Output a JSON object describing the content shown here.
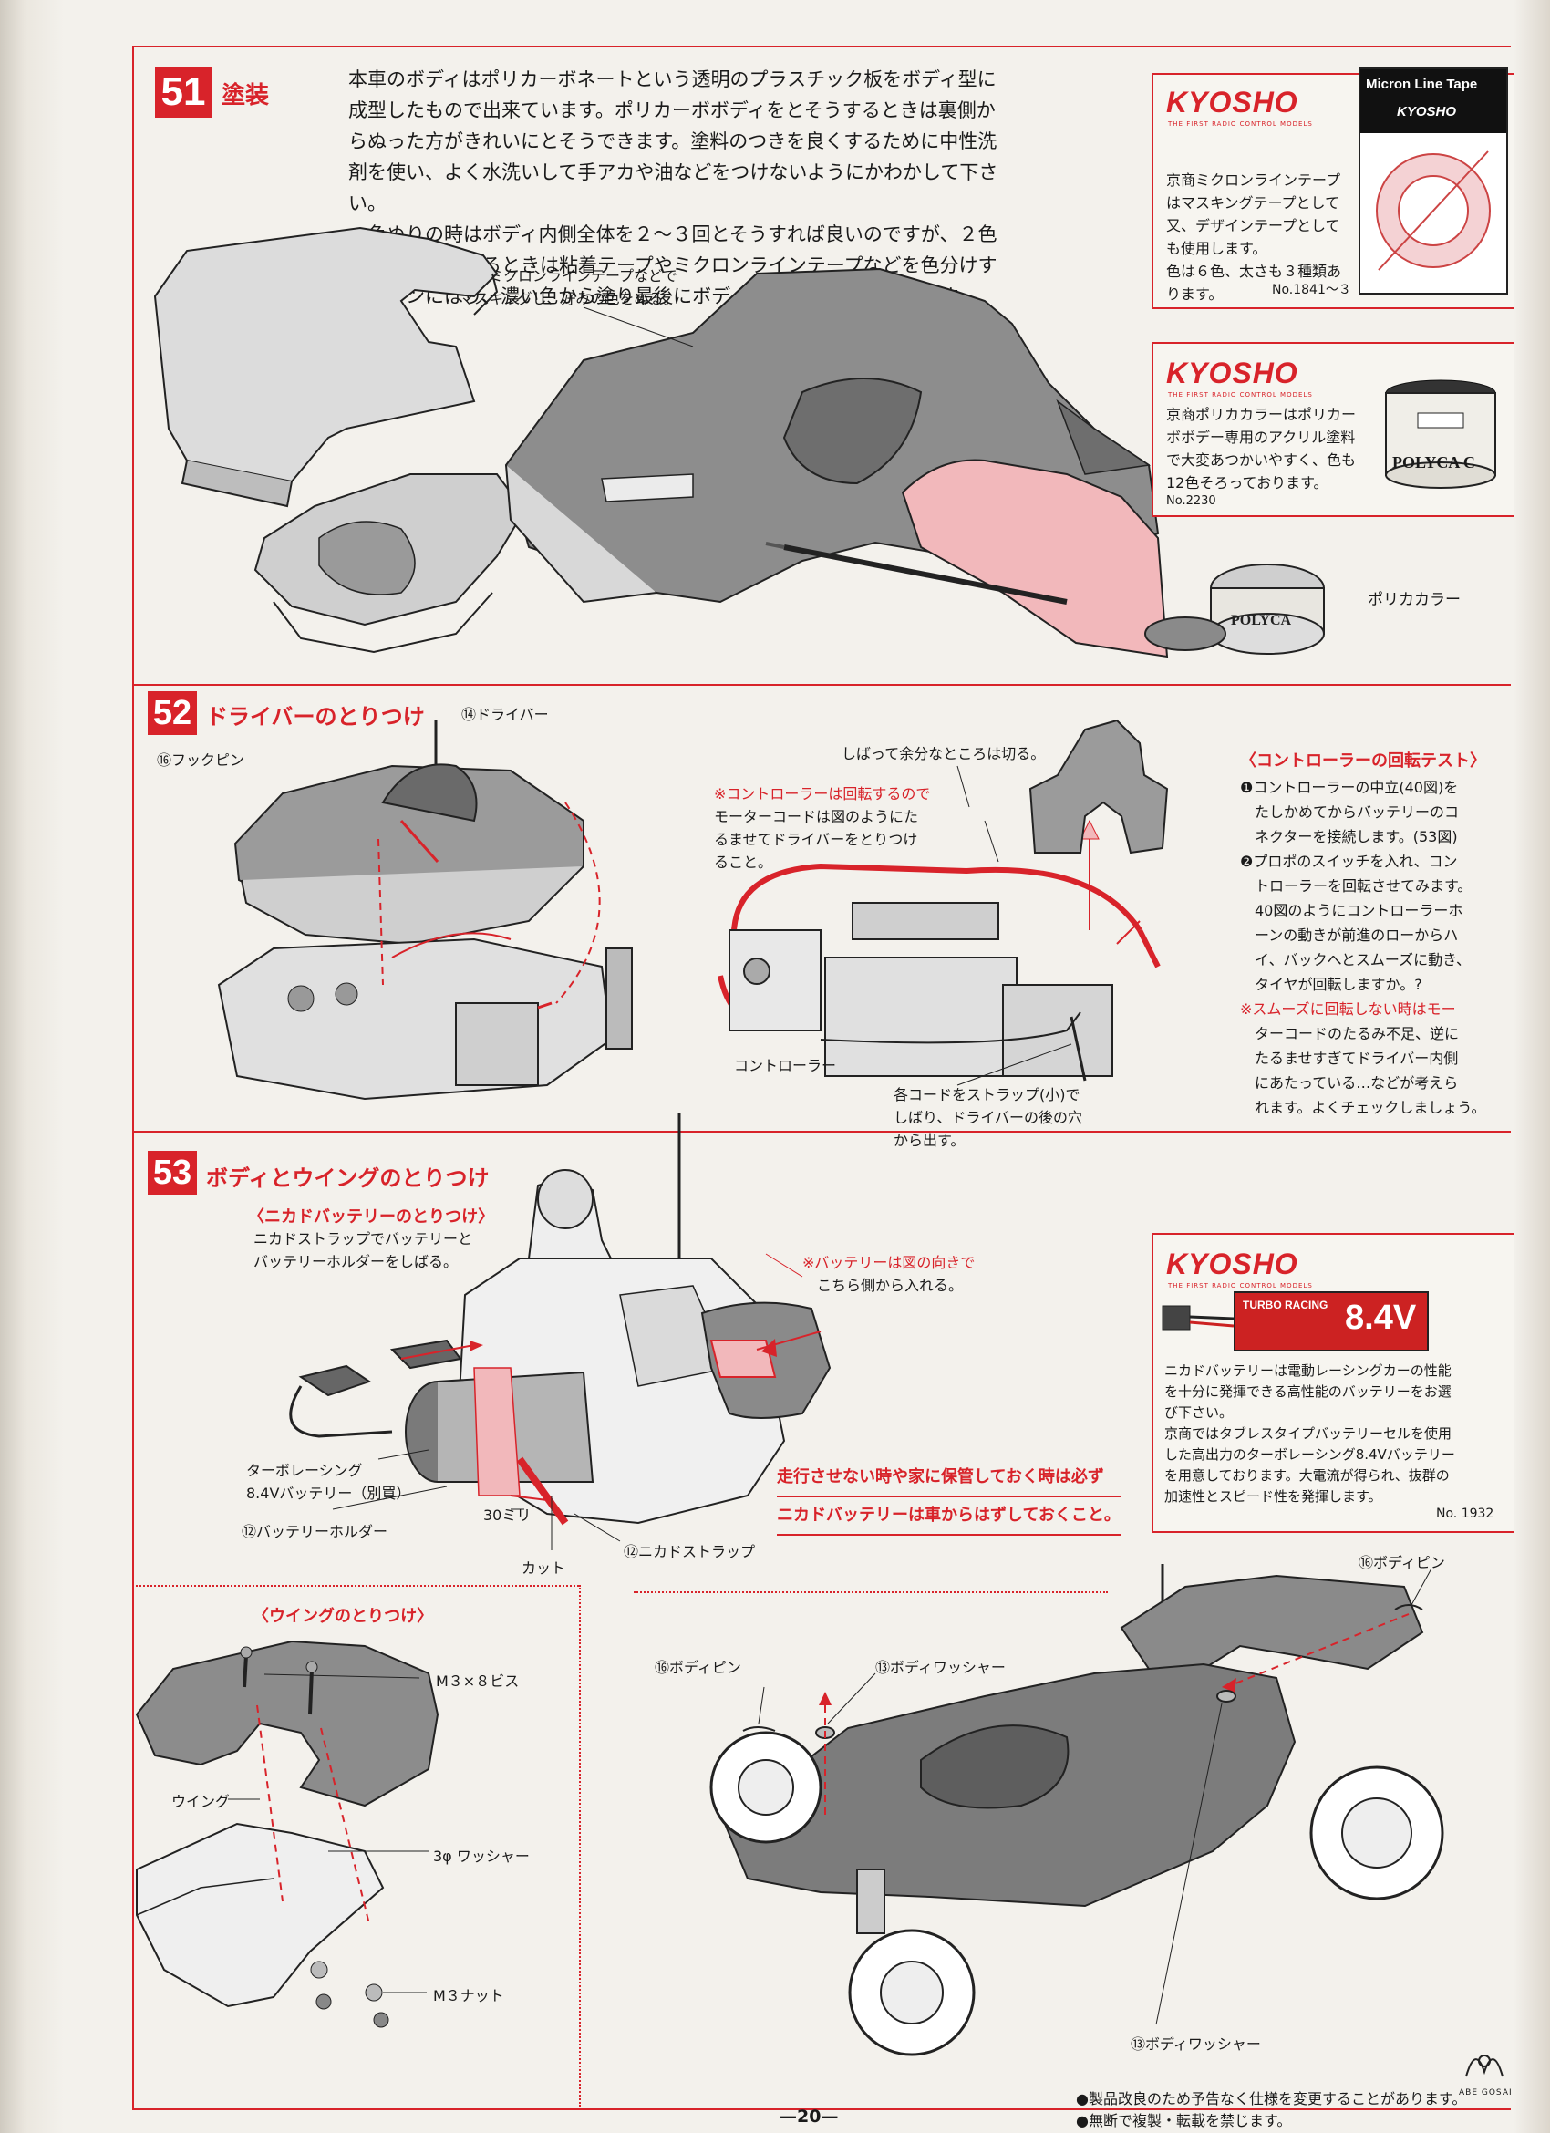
{
  "s51": {
    "num": "51",
    "title": "塗装",
    "body": [
      "本車のボディはポリカーボネートという透明のプラスチック板をボディ型に",
      "成型したもので出来ています。ポリカーボボディをとそうするときは裏側か",
      "らぬった方がきれいにとそうできます。塗料のつきを良くするために中性洗",
      "剤を使い、よく水洗いして手アカや油などをつけないようにかわかして下さい。",
      "一色ぬりの時はボディ内側全体を２～３回とそうすれば良いのですが、２色",
      "以上に色分けするときは粘着テープやミクロンラインテープなどを色分けす",
      "るラインにはり、濃い色から塗り最後にボディ全体に薄い色をぬります。"
    ],
    "mask_note": [
      "窓にミクロンラインテープなどで",
      "マスキングし、好みの色をぬる。"
    ],
    "ad1": {
      "brand": "KYOSHO",
      "brand_sub": "THE FIRST RADIO CONTROL MODELS",
      "text": [
        "京商ミクロンラインテープ",
        "はマスキングテープとして",
        "又、デザインテープとして",
        "も使用します。",
        "色は６色、太さも３種類あ",
        "ります。"
      ],
      "no": "No.1841～３",
      "product_title": "Micron Line Tape",
      "product_brand": "KYOSHO"
    },
    "ad2": {
      "brand": "KYOSHO",
      "brand_sub": "THE FIRST RADIO CONTROL MODELS",
      "text": [
        "京商ポリカカラーはポリカー",
        "ボボデー専用のアクリル塗料",
        "で大変あつかいやすく、色も",
        "12色そろっております。"
      ],
      "no": "No.2230",
      "jar_label": "POLYCA C",
      "jar_caption": "ポリカカラー"
    }
  },
  "s52": {
    "num": "52",
    "title": "ドライバーのとりつけ",
    "label_driver": "⑭ドライバー",
    "label_hookpin": "⑯フックピン",
    "note_rotate": [
      "※コントローラーは回転するので",
      "モーターコードは図のようにた",
      "るませてドライバーをとりつけ",
      "ること。"
    ],
    "note_tie": "しばって余分なところは切る。",
    "label_controller": "コントローラー",
    "note_strap": [
      "各コードをストラップ(小)で",
      "しばり、ドライバーの後の穴",
      "から出す。"
    ],
    "test": {
      "title": "〈コントローラーの回転テスト〉",
      "lines": [
        "❶コントローラーの中立(40図)を",
        "　たしかめてからバッテリーのコ",
        "　ネクターを接続します。(53図)",
        "❷プロポのスイッチを入れ、コン",
        "　トローラーを回転させてみます。",
        "　40図のようにコントローラーホ",
        "　ーンの動きが前進のローからハ",
        "　イ、バックへとスムーズに動き、",
        "　タイヤが回転しますか。?",
        "※スムーズに回転しない時はモー",
        "　ターコードのたるみ不足、逆に",
        "　たるませすぎてドライバー内側",
        "　にあたっている…などが考えら",
        "　れます。よくチェックしましょう。"
      ]
    }
  },
  "s53": {
    "num": "53",
    "title": "ボディとウイングのとりつけ",
    "nicad_title": "〈ニカドバッテリーのとりつけ〉",
    "nicad_text": [
      "ニカドストラップでバッテリーと",
      "バッテリーホルダーをしばる。"
    ],
    "battery_note": [
      "※バッテリーは図の向きで",
      "　こちら側から入れる。"
    ],
    "label_turbo": [
      "ターボレーシング",
      "8.4Vバッテリー（別買）"
    ],
    "label_holder": "⑫バッテリーホルダー",
    "label_30mm": "30ミリ",
    "label_cut": "カット",
    "label_strap": "⑫ニカドストラップ",
    "warning": [
      "走行させない時や家に保管しておく時は必ず",
      "ニカドバッテリーは車からはずしておくこと。"
    ],
    "ad3": {
      "brand": "KYOSHO",
      "brand_sub": "THE FIRST RADIO CONTROL MODELS",
      "battery_label": "TURBO RACING",
      "battery_volt": "8.4V",
      "text": [
        "ニカドバッテリーは電動レーシングカーの性能",
        "を十分に発揮できる高性能のバッテリーをお選",
        "び下さい。",
        "京商ではタブレスタイプバッテリーセルを使用",
        "した高出力のターボレーシング8.4Vバッテリー",
        "を用意しております。大電流が得られ、抜群の",
        "加速性とスピード性を発揮します。"
      ],
      "no": "No. 1932"
    },
    "wing_title": "〈ウイングのとりつけ〉",
    "label_m3x8": "M３×８ビス",
    "label_wing": "ウイング",
    "label_washer3": "3φ ワッシャー",
    "label_m3nut": "M３ナット",
    "label_bodypin_l": "⑯ボディピン",
    "label_bodywasher_top": "⑬ボディワッシャー",
    "label_bodypin_r": "⑯ボディピン",
    "label_bodywasher_bottom": "⑬ボディワッシャー"
  },
  "footer": {
    "page": "—20—",
    "notes": [
      "●製品改良のため予告なく仕様を変更することがあります。",
      "●無断で複製・転載を禁じます。"
    ],
    "logo": "ABE GOSAI"
  },
  "colors": {
    "accent": "#d8232a",
    "ink": "#1a1a1a",
    "paper": "#f3f1ec",
    "pink": "#f2b8bb"
  }
}
